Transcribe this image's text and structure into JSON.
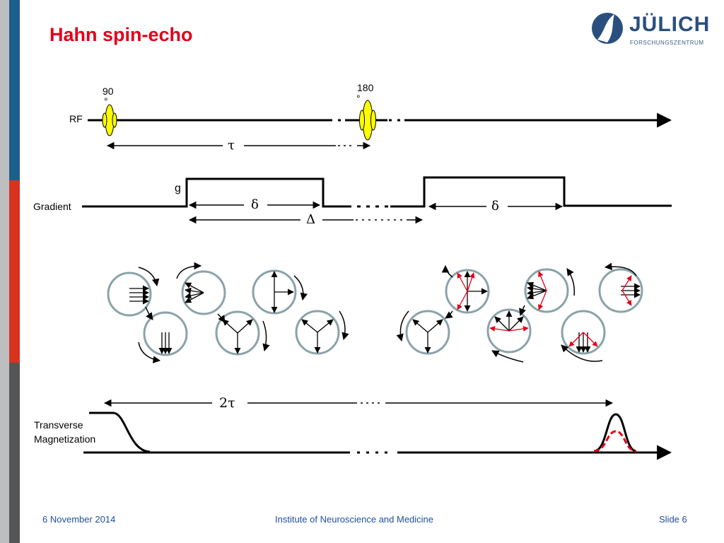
{
  "slide": {
    "title": "Hahn spin-echo",
    "footer_date": "6 November 2014",
    "footer_institute": "Institute of Neuroscience and Medicine",
    "footer_slide": "Slide 6"
  },
  "logo": {
    "word": "JÜLICH",
    "subtitle": "FORSCHUNGSZENTRUM"
  },
  "diagram": {
    "rf_label": "RF",
    "pulse_90_label": "90",
    "pulse_180_label": "180",
    "degree_mark": "°",
    "tau_label": "τ",
    "gradient_label": "Gradient",
    "g_label": "g",
    "delta_small_label": "δ",
    "delta_big_label": "Δ",
    "two_tau_label": "2τ",
    "transverse_label_line1": "Transverse",
    "transverse_label_line2": "Magnetization"
  },
  "colors": {
    "title_red": "#e2001a",
    "footer_blue": "#1f4fa0",
    "pulse_yellow": "#ffff00",
    "spin_red": "#e2001a",
    "circle_stroke": "#8aa3a8",
    "sidebar_blue": "#1d5f8c",
    "sidebar_grey": "#bcbec0",
    "sidebar_red": "#d9321f",
    "sidebar_dark": "#555555"
  },
  "icons": [
    "julich-logo-icon",
    "rf-pulse-icon",
    "spin-phase-icon",
    "rotation-arrow-icon"
  ]
}
